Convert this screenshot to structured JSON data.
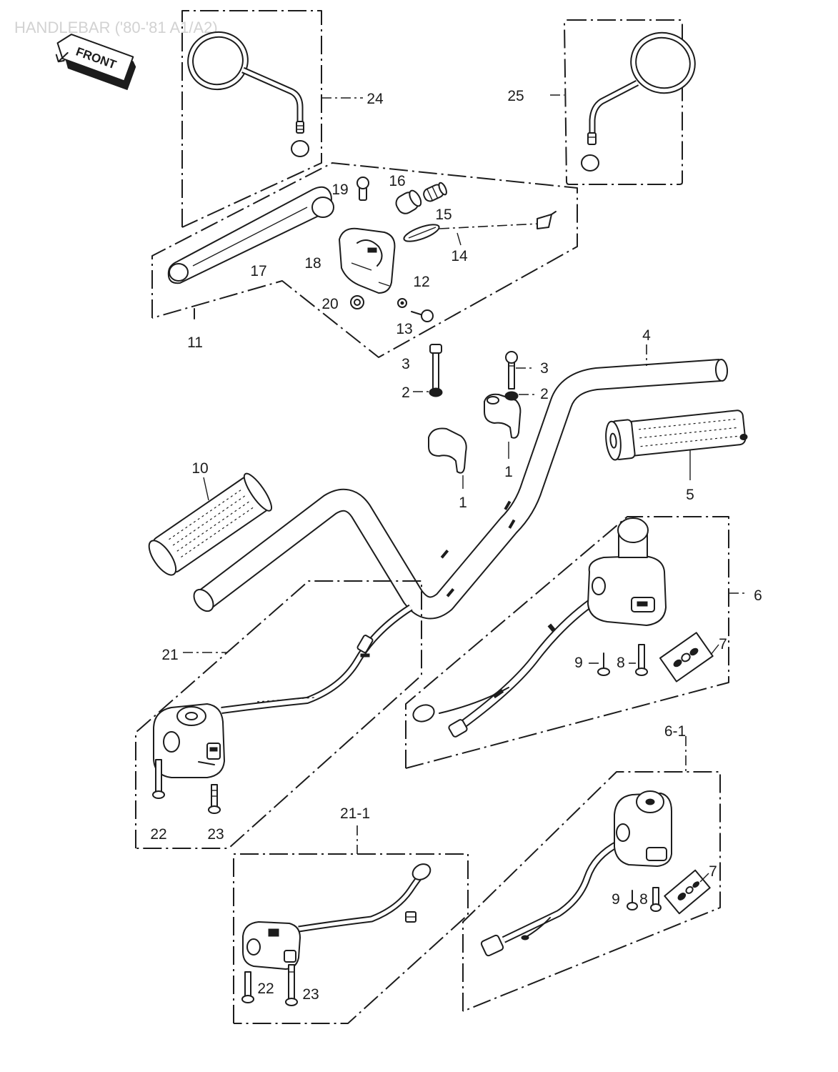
{
  "diagram": {
    "title": "HANDLEBAR ('80-'81 A1/A2)",
    "front_marker": "FRONT"
  },
  "callouts": [
    "24",
    "25",
    "19",
    "16",
    "15",
    "14",
    "17",
    "18",
    "12",
    "20",
    "13",
    "11",
    "3",
    "3",
    "2",
    "2",
    "4",
    "1",
    "1",
    "5",
    "10",
    "6",
    "9",
    "8",
    "7",
    "21",
    "22",
    "23",
    "21-1",
    "22",
    "23",
    "6-1",
    "9",
    "8",
    "7"
  ],
  "colors": {
    "ink": "#1c1c1c",
    "title": "#d2d2d2",
    "paper": "#ffffff"
  }
}
